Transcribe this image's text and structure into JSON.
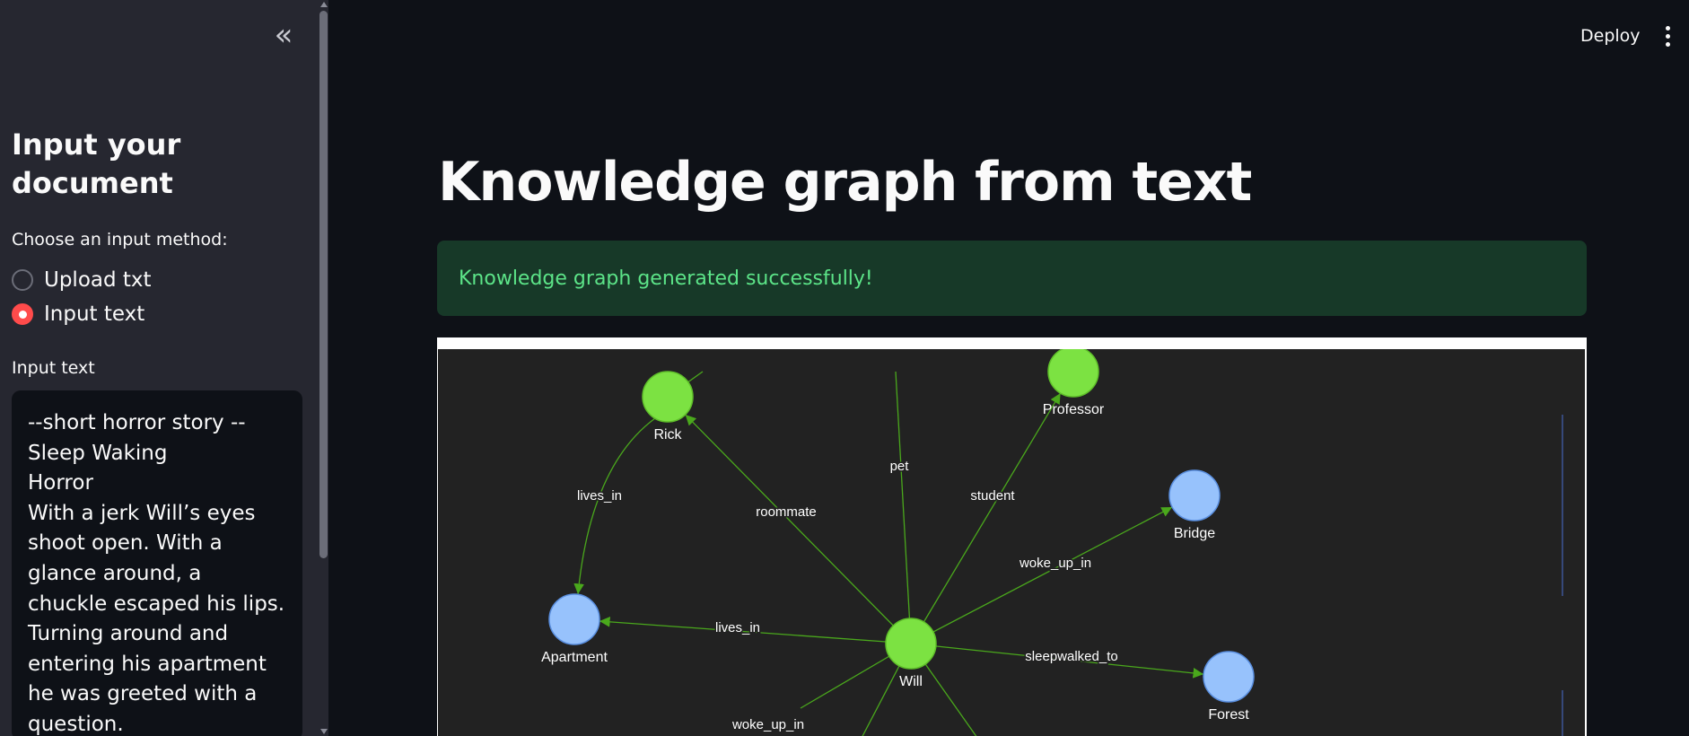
{
  "sidebar": {
    "collapse_icon": "chevrons-left-icon",
    "title": "Input your document",
    "method_label": "Choose an input method:",
    "options": [
      {
        "label": "Upload txt",
        "selected": false
      },
      {
        "label": "Input text",
        "selected": true
      }
    ],
    "input_label": "Input text",
    "input_value": "--short horror story --\nSleep Waking\nHorror\nWith a jerk Will’s eyes shoot open. With a glance around, a chuckle escaped his lips. Turning around and entering his apartment he was greeted with a question."
  },
  "header": {
    "deploy_label": "Deploy",
    "menu_icon": "more-vertical-icon"
  },
  "main": {
    "title": "Knowledge graph from text",
    "success_message": "Knowledge graph generated successfully!"
  },
  "colors": {
    "accent": "#ff4b4b",
    "person_node": "#7ce242",
    "place_node": "#97c2fc",
    "edge": "#4aa81c",
    "success_bg": "#173928",
    "success_text": "#5ce488"
  },
  "graph": {
    "nodes": [
      {
        "id": "Rick",
        "type": "person"
      },
      {
        "id": "Professor",
        "type": "person"
      },
      {
        "id": "Bridge",
        "type": "place"
      },
      {
        "id": "Apartment",
        "type": "place"
      },
      {
        "id": "Will",
        "type": "person"
      },
      {
        "id": "Forest",
        "type": "place"
      }
    ],
    "edges": [
      {
        "from": "Will",
        "to": "Rick",
        "label": "roommate"
      },
      {
        "from": "Will",
        "to": "Professor",
        "label": "student"
      },
      {
        "from": "Will",
        "to": "Bridge",
        "label": "woke_up_in"
      },
      {
        "from": "Will",
        "to": "Apartment",
        "label": "lives_in"
      },
      {
        "from": "Will",
        "to": "Forest",
        "label": "sleepwalked_to"
      },
      {
        "from": "Rick",
        "to": "Apartment",
        "label": "lives_in"
      },
      {
        "from": "Will",
        "to": "",
        "label": "pet"
      },
      {
        "from": "Will",
        "to": "",
        "label": "woke_up_in"
      }
    ]
  }
}
